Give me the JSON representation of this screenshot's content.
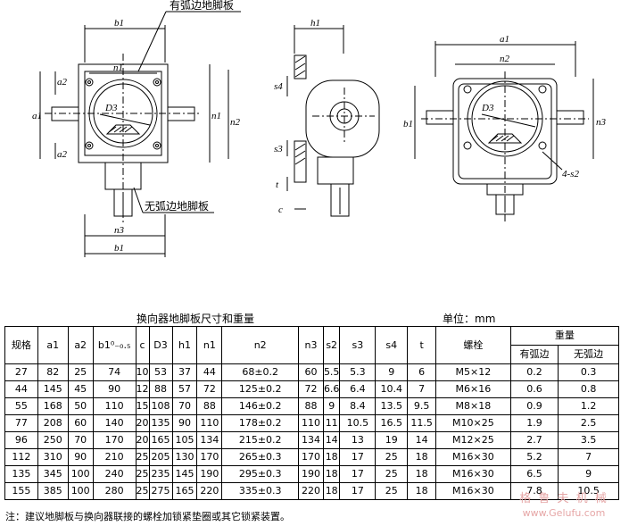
{
  "drawing": {
    "left_view": {
      "label_arc_plate": "有弧边地脚板",
      "label_plain_plate": "无弧边地脚板",
      "dims": [
        "b1",
        "n1",
        "a2",
        "a1",
        "D3",
        "n1",
        "n2",
        "a2",
        "n3",
        "b1"
      ]
    },
    "middle_view": {
      "dims": [
        "h1",
        "s4",
        "s3",
        "t",
        "c"
      ]
    },
    "right_view": {
      "dims": [
        "a1",
        "n2",
        "D3",
        "n3",
        "b1",
        "4-s2"
      ]
    }
  },
  "table": {
    "caption": "换向器地脚板尺寸和重量",
    "unit": "单位：mm",
    "headers": {
      "model": "规格",
      "a1": "a1",
      "a2": "a2",
      "b1": "b1⁰₋₀.₅",
      "c": "c",
      "D3": "D3",
      "h1": "h1",
      "n1": "n1",
      "n2": "n2",
      "n3": "n3",
      "s2": "s2",
      "s3": "s3",
      "s4": "s4",
      "t": "t",
      "bolt": "螺栓",
      "weight": "重量",
      "weight_arc": "有弧边",
      "weight_plain": "无弧边"
    },
    "rows": [
      [
        "27",
        "82",
        "25",
        "74",
        "10",
        "53",
        "37",
        "44",
        "68±0.2",
        "60",
        "5.5",
        "5.3",
        "9",
        "6",
        "M5×12",
        "0.2",
        "0.3"
      ],
      [
        "44",
        "145",
        "45",
        "90",
        "12",
        "88",
        "57",
        "72",
        "125±0.2",
        "72",
        "6.6",
        "6.4",
        "10.4",
        "7",
        "M6×16",
        "0.6",
        "0.8"
      ],
      [
        "55",
        "168",
        "50",
        "110",
        "15",
        "108",
        "70",
        "88",
        "146±0.2",
        "88",
        "9",
        "8.4",
        "13.5",
        "9.5",
        "M8×18",
        "0.9",
        "1.2"
      ],
      [
        "77",
        "208",
        "60",
        "140",
        "20",
        "135",
        "90",
        "110",
        "178±0.2",
        "110",
        "11",
        "10.5",
        "16.5",
        "11.5",
        "M10×25",
        "1.9",
        "2.5"
      ],
      [
        "96",
        "250",
        "70",
        "170",
        "20",
        "165",
        "105",
        "134",
        "215±0.2",
        "134",
        "14",
        "13",
        "19",
        "14",
        "M12×25",
        "2.7",
        "3.5"
      ],
      [
        "112",
        "310",
        "90",
        "210",
        "25",
        "205",
        "130",
        "170",
        "265±0.3",
        "170",
        "18",
        "17",
        "25",
        "18",
        "M16×30",
        "5.2",
        "7"
      ],
      [
        "135",
        "345",
        "100",
        "240",
        "25",
        "235",
        "145",
        "190",
        "295±0.3",
        "190",
        "18",
        "17",
        "25",
        "18",
        "M16×30",
        "6.5",
        "9"
      ],
      [
        "155",
        "385",
        "100",
        "280",
        "25",
        "275",
        "165",
        "220",
        "335±0.3",
        "220",
        "18",
        "17",
        "25",
        "18",
        "M16×30",
        "7.8",
        "10.5"
      ]
    ],
    "note": "注：建议地脚板与换向器联接的螺栓加锁紧垫圈或其它锁紧装置。"
  },
  "watermark": {
    "line1": "格 鲁 夫 机 械",
    "line2": "www.Gelufu.com"
  }
}
